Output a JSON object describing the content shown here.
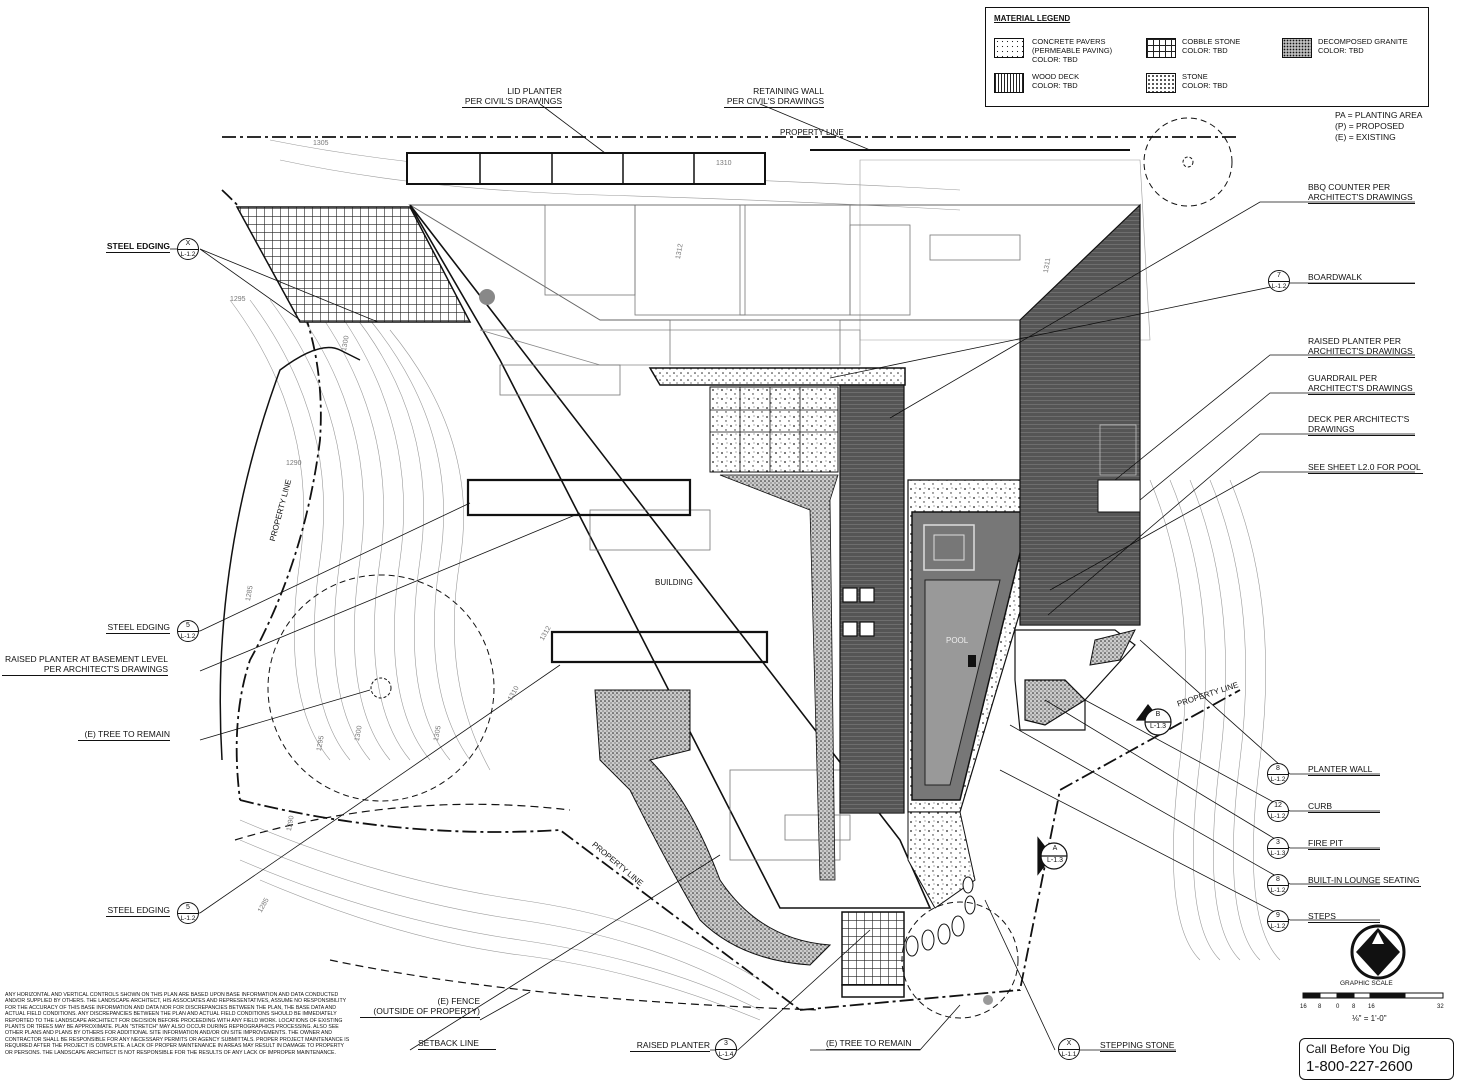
{
  "legend": {
    "title": "MATERIAL LEGEND",
    "items": [
      {
        "name": "CONCRETE PAVERS",
        "sub": "(PERMEABLE PAVING)",
        "color": "COLOR: TBD",
        "pattern": "dots"
      },
      {
        "name": "COBBLE STONE",
        "sub": "",
        "color": "COLOR: TBD",
        "pattern": "grid"
      },
      {
        "name": "DECOMPOSED GRANITE",
        "sub": "",
        "color": "COLOR: TBD",
        "pattern": "dense-dots"
      },
      {
        "name": "WOOD DECK",
        "sub": "",
        "color": "COLOR: TBD",
        "pattern": "vertical-lines"
      },
      {
        "name": "STONE",
        "sub": "",
        "color": "COLOR: TBD",
        "pattern": "speckle"
      }
    ]
  },
  "abbreviations": [
    "PA = PLANTING AREA",
    "(P) = PROPOSED",
    "(E) = EXISTING"
  ],
  "callouts": {
    "lid_planter": [
      "LID PLANTER",
      "PER CIVIL'S DRAWINGS"
    ],
    "retaining_wall": [
      "RETAINING WALL",
      "PER CIVIL'S DRAWINGS"
    ],
    "property_line_top": "PROPERTY LINE",
    "bbq": [
      "BBQ COUNTER PER",
      "ARCHITECT'S DRAWINGS"
    ],
    "boardwalk": "BOARDWALK",
    "raised_planter_arch": [
      "RAISED PLANTER PER",
      "ARCHITECT'S DRAWINGS"
    ],
    "guardrail": [
      "GUARDRAIL PER",
      "ARCHITECT'S DRAWINGS"
    ],
    "deck": [
      "DECK PER ARCHITECT'S",
      "DRAWINGS"
    ],
    "pool_sheet": "SEE SHEET L2.0 FOR POOL",
    "planter_wall": "PLANTER WALL",
    "curb": "CURB",
    "fire_pit": "FIRE PIT",
    "lounge": "BUILT-IN LOUNGE SEATING",
    "steps": "STEPS",
    "steel_edging_1": "STEEL EDGING",
    "steel_edging_2": "STEEL EDGING",
    "steel_edging_3": "STEEL EDGING",
    "raised_planter_basement": [
      "RAISED PLANTER AT BASEMENT LEVEL",
      "PER ARCHITECT'S DRAWINGS"
    ],
    "tree_remain_left": "(E)   TREE TO REMAIN",
    "fence": [
      "(E)  FENCE",
      "(OUTSIDE OF PROPERTY)"
    ],
    "setback": "SETBACK LINE",
    "raised_planter": "RAISED PLANTER",
    "tree_remain_bottom": "(E)  TREE TO REMAIN",
    "stepping_stone": "STEPPING STONE"
  },
  "bubbles": {
    "steel_edging_1": [
      "X",
      "L-1.2"
    ],
    "steel_edging_2": [
      "5",
      "L-1.2"
    ],
    "steel_edging_3": [
      "5",
      "L-1.2"
    ],
    "boardwalk": [
      "7",
      "L-1.2"
    ],
    "planter_wall": [
      "8",
      "L-1.2"
    ],
    "curb": [
      "12",
      "L-1.2"
    ],
    "fire_pit": [
      "3",
      "L-1.3"
    ],
    "lounge": [
      "8",
      "L-1.2"
    ],
    "steps": [
      "9",
      "L-1.2"
    ],
    "raised_planter": [
      "3",
      "L-1.4"
    ],
    "stepping_stone": [
      "X",
      "L-1.1"
    ],
    "section_a": [
      "A",
      "L-1.3"
    ],
    "section_b": [
      "B",
      "L-1.3"
    ]
  },
  "plan_labels": {
    "building": "BUILDING",
    "pool": "POOL",
    "property_line_left": "PROPERTY LINE",
    "property_line_bottom": "PROPERTY LINE",
    "property_line_right": "PROPERTY LINE"
  },
  "contours": [
    "1305",
    "1310",
    "1312",
    "1311",
    "1295",
    "1300",
    "1290",
    "1285",
    "1310",
    "1305",
    "1300",
    "1295",
    "1290",
    "1285",
    "1312"
  ],
  "graphic_scale": {
    "title": "GRAPHIC SCALE",
    "ticks": [
      "16",
      "8",
      "0",
      "8",
      "16",
      "32"
    ],
    "equation": "⅛\" = 1'-0\""
  },
  "call_before_you_dig": {
    "line1": "Call Before You Dig",
    "line2": "1-800-227-2600"
  },
  "general_note": "ANY HORIZONTAL AND VERTICAL CONTROLS SHOWN ON THIS PLAN ARE BASED UPON BASE INFORMATION AND DATA CONDUCTED AND/OR SUPPLIED BY OTHERS. THE LANDSCAPE ARCHITECT, HIS ASSOCIATES AND REPRESENTATIVES, ASSUME NO RESPONSIBILITY FOR THE ACCURACY OF THIS BASE INFORMATION AND DATA NOR FOR DISCREPANCIES BETWEEN THE PLAN, THE BASE DATA AND ACTUAL FIELD CONDITIONS. ANY DISCREPANCIES BETWEEN THE PLAN AND ACTUAL FIELD CONDITIONS SHOULD BE IMMEDIATELY REPORTED TO THE LANDSCAPE ARCHITECT FOR DECISION BEFORE PROCEEDING WITH ANY FIELD WORK. LOCATIONS OF EXISTING PLANTS OR TREES MAY BE APPROXIMATE. PLAN \"STRETCH\" MAY ALSO OCCUR DURING REPROGRAPHICS PROCESSING. ALSO SEE OTHER PLANS AND PLANS BY OTHERS FOR ADDITIONAL SITE INFORMATION AND/OR ON SITE IMPROVEMENTS. THE OWNER AND CONTRACTOR SHALL BE RESPONSIBLE FOR ANY NECESSARY PERMITS OR AGENCY SUBMITTALS. PROPER PROJECT MAINTENANCE IS REQUIRED AFTER THE PROJECT IS COMPLETE. A LACK OF PROPER MAINTENANCE IN AREAS MAY RESULT IN DAMAGE TO PROPERTY OR PERSONS. THE LANDSCAPE ARCHITECT IS NOT RESPONSIBLE FOR THE RESULTS OF ANY LACK OF IMPROPER MAINTENANCE."
}
